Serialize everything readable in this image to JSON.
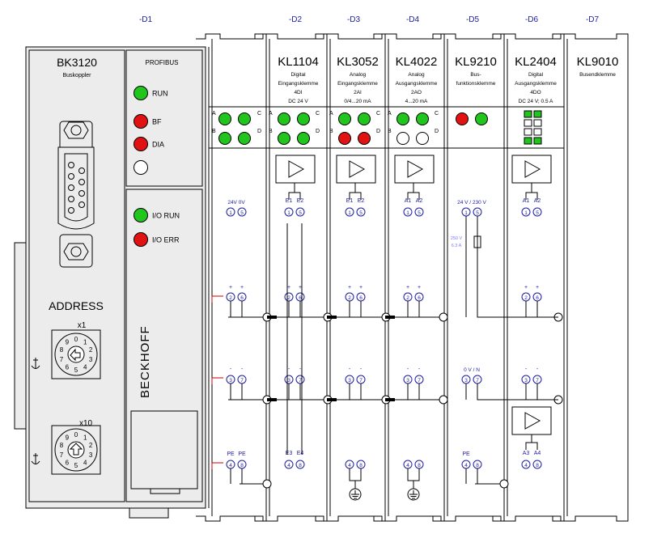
{
  "colors": {
    "blue_text": "#1c1ca0",
    "led_green": "#22c41e",
    "led_red": "#e01212",
    "led_off": "#ffffff",
    "panel_bg": "#ececec",
    "line": "#000000",
    "fuse_text": "#7a7aff",
    "pe_marker": "#cc0000"
  },
  "coupler": {
    "model": "BK3120",
    "subtitle": "Buskoppler",
    "address_label": "ADDRESS",
    "x1_label": "x1",
    "x10_label": "x10",
    "dial_digits": [
      "0",
      "1",
      "2",
      "3",
      "4",
      "5",
      "6",
      "7",
      "8",
      "9"
    ],
    "brand": "BECKHOFF",
    "bus_label": "PROFIBUS",
    "status_leds": [
      {
        "label": "RUN",
        "color": "green"
      },
      {
        "label": "BF",
        "color": "red"
      },
      {
        "label": "DIA",
        "color": "red"
      },
      {
        "label": "",
        "color": "off"
      }
    ],
    "io_leds": [
      {
        "label": "I/O RUN",
        "color": "green"
      },
      {
        "label": "I/O ERR",
        "color": "red"
      }
    ]
  },
  "column_tags": [
    "-D1",
    "-D2",
    "-D3",
    "-D4",
    "-D5",
    "-D6",
    "-D7"
  ],
  "power_terminal": {
    "supply_label": "24V  0V",
    "supply_pins": [
      "1",
      "5"
    ],
    "plus_pins": [
      "2",
      "6"
    ],
    "minus_pins": [
      "3",
      "7"
    ],
    "pe_labels": [
      "PE",
      "PE"
    ],
    "pe_pins": [
      "4",
      "8"
    ],
    "led_row1": [
      "green",
      "green"
    ],
    "led_row2": [
      "green",
      "green"
    ]
  },
  "led_corner_letters": [
    "A",
    "B",
    "C",
    "D"
  ],
  "modules": [
    {
      "model": "KL1104",
      "desc": [
        "Digital",
        "Eingangsklemme",
        "4DI",
        "DC 24 V"
      ],
      "leds": [
        "green",
        "green",
        "green",
        "green"
      ],
      "signal_labels": [
        "E1",
        "E2"
      ],
      "signal_pins": [
        "1",
        "5"
      ],
      "plus_labels": [
        "+",
        "+"
      ],
      "plus_pins": [
        "2",
        "6"
      ],
      "minus_labels": [
        "-",
        "-"
      ],
      "minus_pins": [
        "3",
        "7"
      ],
      "bottom_labels": [
        "E3",
        "E4"
      ],
      "bottom_pins": [
        "4",
        "8"
      ]
    },
    {
      "model": "KL3052",
      "desc": [
        "Analog",
        "Eingangsklemme",
        "2AI",
        "0/4...20 mA"
      ],
      "leds": [
        "green",
        "green",
        "red",
        "red"
      ],
      "signal_labels": [
        "E1",
        "E2"
      ],
      "signal_pins": [
        "1",
        "5"
      ],
      "plus_labels": [
        "+",
        "+"
      ],
      "plus_pins": [
        "2",
        "6"
      ],
      "minus_labels": [
        "-",
        "-"
      ],
      "minus_pins": [
        "3",
        "7"
      ],
      "bottom_labels": [
        "",
        ""
      ],
      "bottom_pins": [
        "4",
        "8"
      ]
    },
    {
      "model": "KL4022",
      "desc": [
        "Analog",
        "Ausgangsklemme",
        "2AO",
        "4...20 mA"
      ],
      "leds": [
        "green",
        "green",
        "off",
        "off"
      ],
      "signal_labels": [
        "A1",
        "A2"
      ],
      "signal_pins": [
        "1",
        "5"
      ],
      "plus_labels": [
        "+",
        "+"
      ],
      "plus_pins": [
        "2",
        "6"
      ],
      "minus_labels": [
        "-",
        "-"
      ],
      "minus_pins": [
        "3",
        "7"
      ],
      "bottom_labels": [
        "",
        ""
      ],
      "bottom_pins": [
        "4",
        "8"
      ]
    },
    {
      "model": "KL9210",
      "desc": [
        "Bus-",
        "funktionsklemme"
      ],
      "leds": [
        "red",
        "green"
      ],
      "supply_label": "24 V / 230 V",
      "supply_pins": [
        "1",
        "5"
      ],
      "fuse_label": [
        "250 V",
        "6.3 A"
      ],
      "zero_label": "0 V / N",
      "zero_pins": [
        "3",
        "7"
      ],
      "pe_label": "PE",
      "pe_pins": [
        "4",
        "8"
      ]
    },
    {
      "model": "KL2404",
      "desc": [
        "Digital",
        "Ausgangsklemme",
        "4DO",
        "DC 24 V; 0.5 A"
      ],
      "led_grid": [
        "green",
        "green",
        "off",
        "off",
        "off",
        "off",
        "green",
        "green"
      ],
      "signal_labels": [
        "A1",
        "A2"
      ],
      "signal_pins": [
        "1",
        "5"
      ],
      "plus_labels": [
        "+",
        "+"
      ],
      "plus_pins": [
        "2",
        "6"
      ],
      "minus_labels": [
        "-",
        "-"
      ],
      "minus_pins": [
        "3",
        "7"
      ],
      "bottom_labels": [
        "A3",
        "A4"
      ],
      "bottom_pins": [
        "4",
        "8"
      ]
    },
    {
      "model": "KL9010",
      "desc": [
        "Busendklemme"
      ]
    }
  ]
}
